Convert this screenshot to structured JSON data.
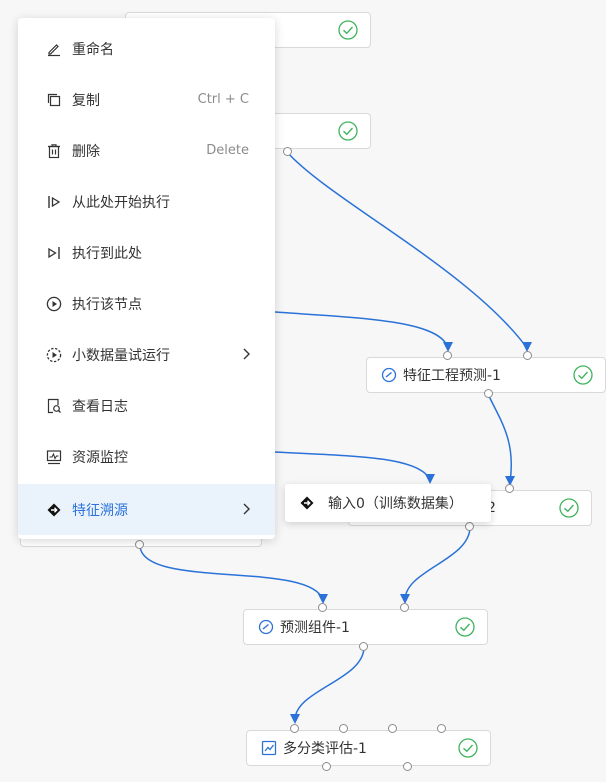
{
  "context_menu": {
    "items": [
      {
        "label": "重命名",
        "icon": "pencil-icon"
      },
      {
        "label": "复制",
        "shortcut": "Ctrl + C",
        "icon": "copy-icon"
      },
      {
        "label": "删除",
        "shortcut": "Delete",
        "icon": "trash-icon"
      },
      {
        "label": "从此处开始执行",
        "icon": "run-from-here-icon"
      },
      {
        "label": "执行到此处",
        "icon": "run-to-here-icon"
      },
      {
        "label": "执行该节点",
        "icon": "run-node-icon"
      },
      {
        "label": "小数据量试运行",
        "icon": "trial-run-icon"
      },
      {
        "label": "查看日志",
        "icon": "view-log-icon"
      },
      {
        "label": "资源监控",
        "icon": "resource-monitor-icon"
      },
      {
        "label": "特征溯源",
        "icon": "feature-trace-icon"
      }
    ],
    "active_item": "特征溯源"
  },
  "submenu": {
    "items": [
      {
        "label": "输入0（训练数据集）",
        "icon": "diamond-arrow-icon"
      }
    ]
  },
  "nodes": [
    {
      "label": "特征工程预测-1",
      "status": "success",
      "icon": "gauge-icon"
    },
    {
      "label": "预测组件-1",
      "status": "success",
      "icon": "gauge-icon"
    },
    {
      "label": "多分类评估-1",
      "status": "success",
      "icon": "chart-icon"
    },
    {
      "label": "2",
      "status": "success"
    }
  ],
  "colors": {
    "accent": "#2a72d8",
    "edge": "#2a72d8",
    "success": "#3fb45e",
    "menu_active_bg": "#eaf3fc"
  }
}
